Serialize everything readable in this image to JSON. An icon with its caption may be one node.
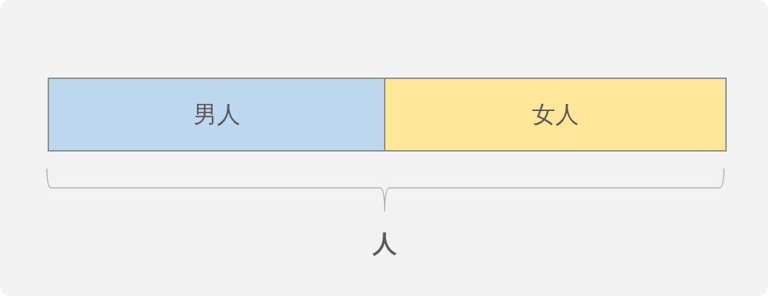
{
  "diagram": {
    "nodes": [
      {
        "text": [
          "男人"
        ]
      },
      {
        "text": [
          "女人"
        ]
      }
    ],
    "labels": [
      "人"
    ]
  }
}
